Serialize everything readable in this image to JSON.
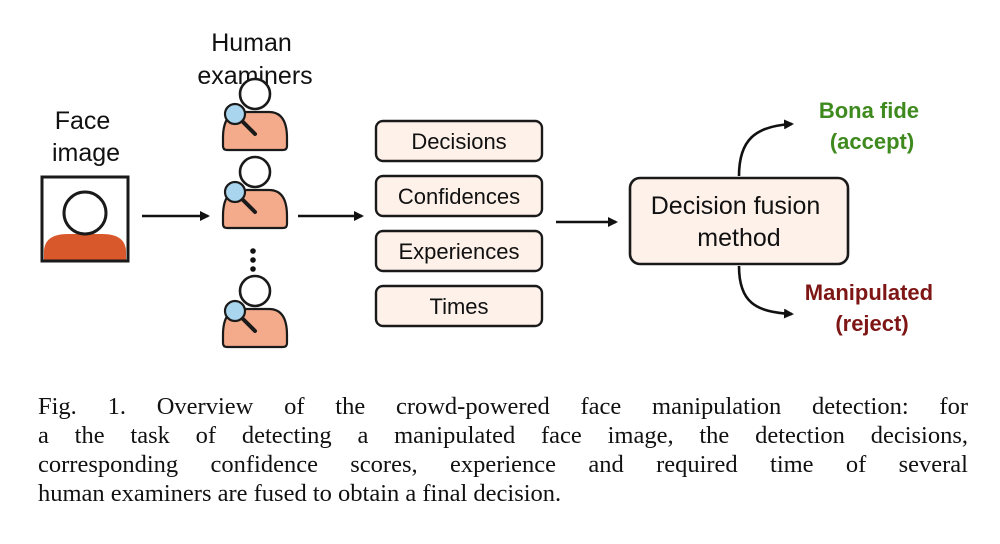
{
  "face_image": {
    "label_line1": "Face",
    "label_line2": "image"
  },
  "examiners": {
    "label_line1": "Human",
    "label_line2": "examiners",
    "ellipsis": "⋮"
  },
  "features": [
    "Decisions",
    "Confidences",
    "Experiences",
    "Times"
  ],
  "fusion": {
    "line1": "Decision fusion",
    "line2": "method"
  },
  "outcomes": {
    "accept_line1": "Bona fide",
    "accept_line2": "(accept)",
    "reject_line1": "Manipulated",
    "reject_line2": "(reject)"
  },
  "colors": {
    "person_fill": "#f3ab8c",
    "person_stroke": "#1a1a1a",
    "face_body": "#d8582b",
    "lens": "#a9d6ee",
    "box_fill": "#fdf1ea",
    "accept": "#3f8a1f",
    "reject": "#7e1616"
  },
  "caption": {
    "line1": "Fig. 1.   Overview of the crowd-powered face manipulation detection: for",
    "line2": "a the task of detecting a manipulated face image, the detection decisions,",
    "line3": "corresponding confidence scores, experience and required time of several",
    "line4": "human examiners are fused to obtain a final decision."
  }
}
